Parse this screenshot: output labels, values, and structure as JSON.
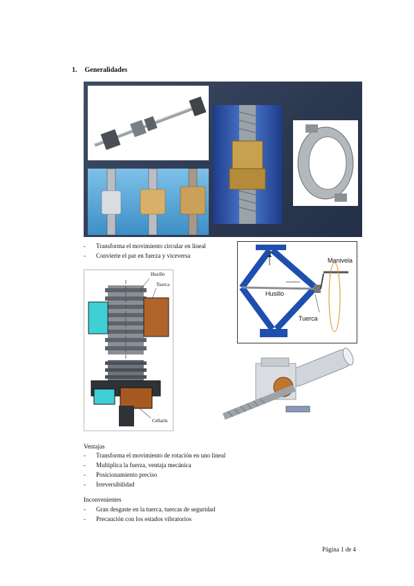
{
  "section": {
    "number": "1.",
    "title": "Generalidades"
  },
  "intro_bullets": [
    {
      "dash": "-",
      "text": "Transforma el movimiento circular en lineal"
    },
    {
      "dash": "-",
      "text": "Convierte el par en fuerza y viceversa"
    }
  ],
  "diagram_nut": {
    "husillo": "Husillo",
    "tuerca": "Tuerca",
    "cellarin": "Cellarín"
  },
  "diagram_jack": {
    "manivela": "Manivela",
    "husillo": "Husillo",
    "tuerca": "Tuerca"
  },
  "ventajas": {
    "title": "Ventajas",
    "items": [
      {
        "dash": "-",
        "text": "Transforma el movimiento de rotación en uno lineal"
      },
      {
        "dash": "-",
        "text": "Multiplica la fuerza, ventaja mecánica"
      },
      {
        "dash": "-",
        "text": "Posicionamiento preciso"
      },
      {
        "dash": "-",
        "text": "Irreversibilidad"
      }
    ]
  },
  "inconvenientes": {
    "title": "Inconvenientes",
    "items": [
      {
        "dash": "-",
        "text": "Gran desgaste en la tuerca, tuercas de seguridad"
      },
      {
        "dash": "-",
        "text": "Precaución con los estados vibratorios"
      }
    ]
  },
  "footer": {
    "page": "Página 1 de 4"
  }
}
